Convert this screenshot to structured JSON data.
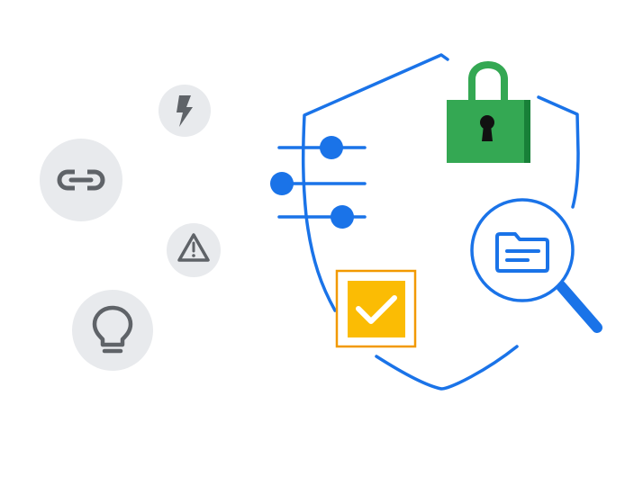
{
  "illustration": {
    "colors": {
      "shield_stroke": "#1a73e8",
      "slider_blue": "#1a73e8",
      "lock_body": "#34a853",
      "lock_side": "#188038",
      "keyhole": "#111111",
      "checkbox_fill": "#fbbc04",
      "checkbox_border": "#f29900",
      "check_mark": "#ffffff",
      "magnifier": "#1a73e8",
      "badge_bg": "#e8eaed",
      "badge_icon": "#5f6368"
    },
    "side_icons": [
      {
        "name": "lightning-bolt-icon"
      },
      {
        "name": "link-icon"
      },
      {
        "name": "warning-triangle-icon"
      },
      {
        "name": "lightbulb-icon"
      }
    ],
    "sliders": [
      {
        "name": "slider-top",
        "level": 0.6
      },
      {
        "name": "slider-middle",
        "level": 0.05
      },
      {
        "name": "slider-bottom",
        "level": 0.75
      }
    ]
  }
}
